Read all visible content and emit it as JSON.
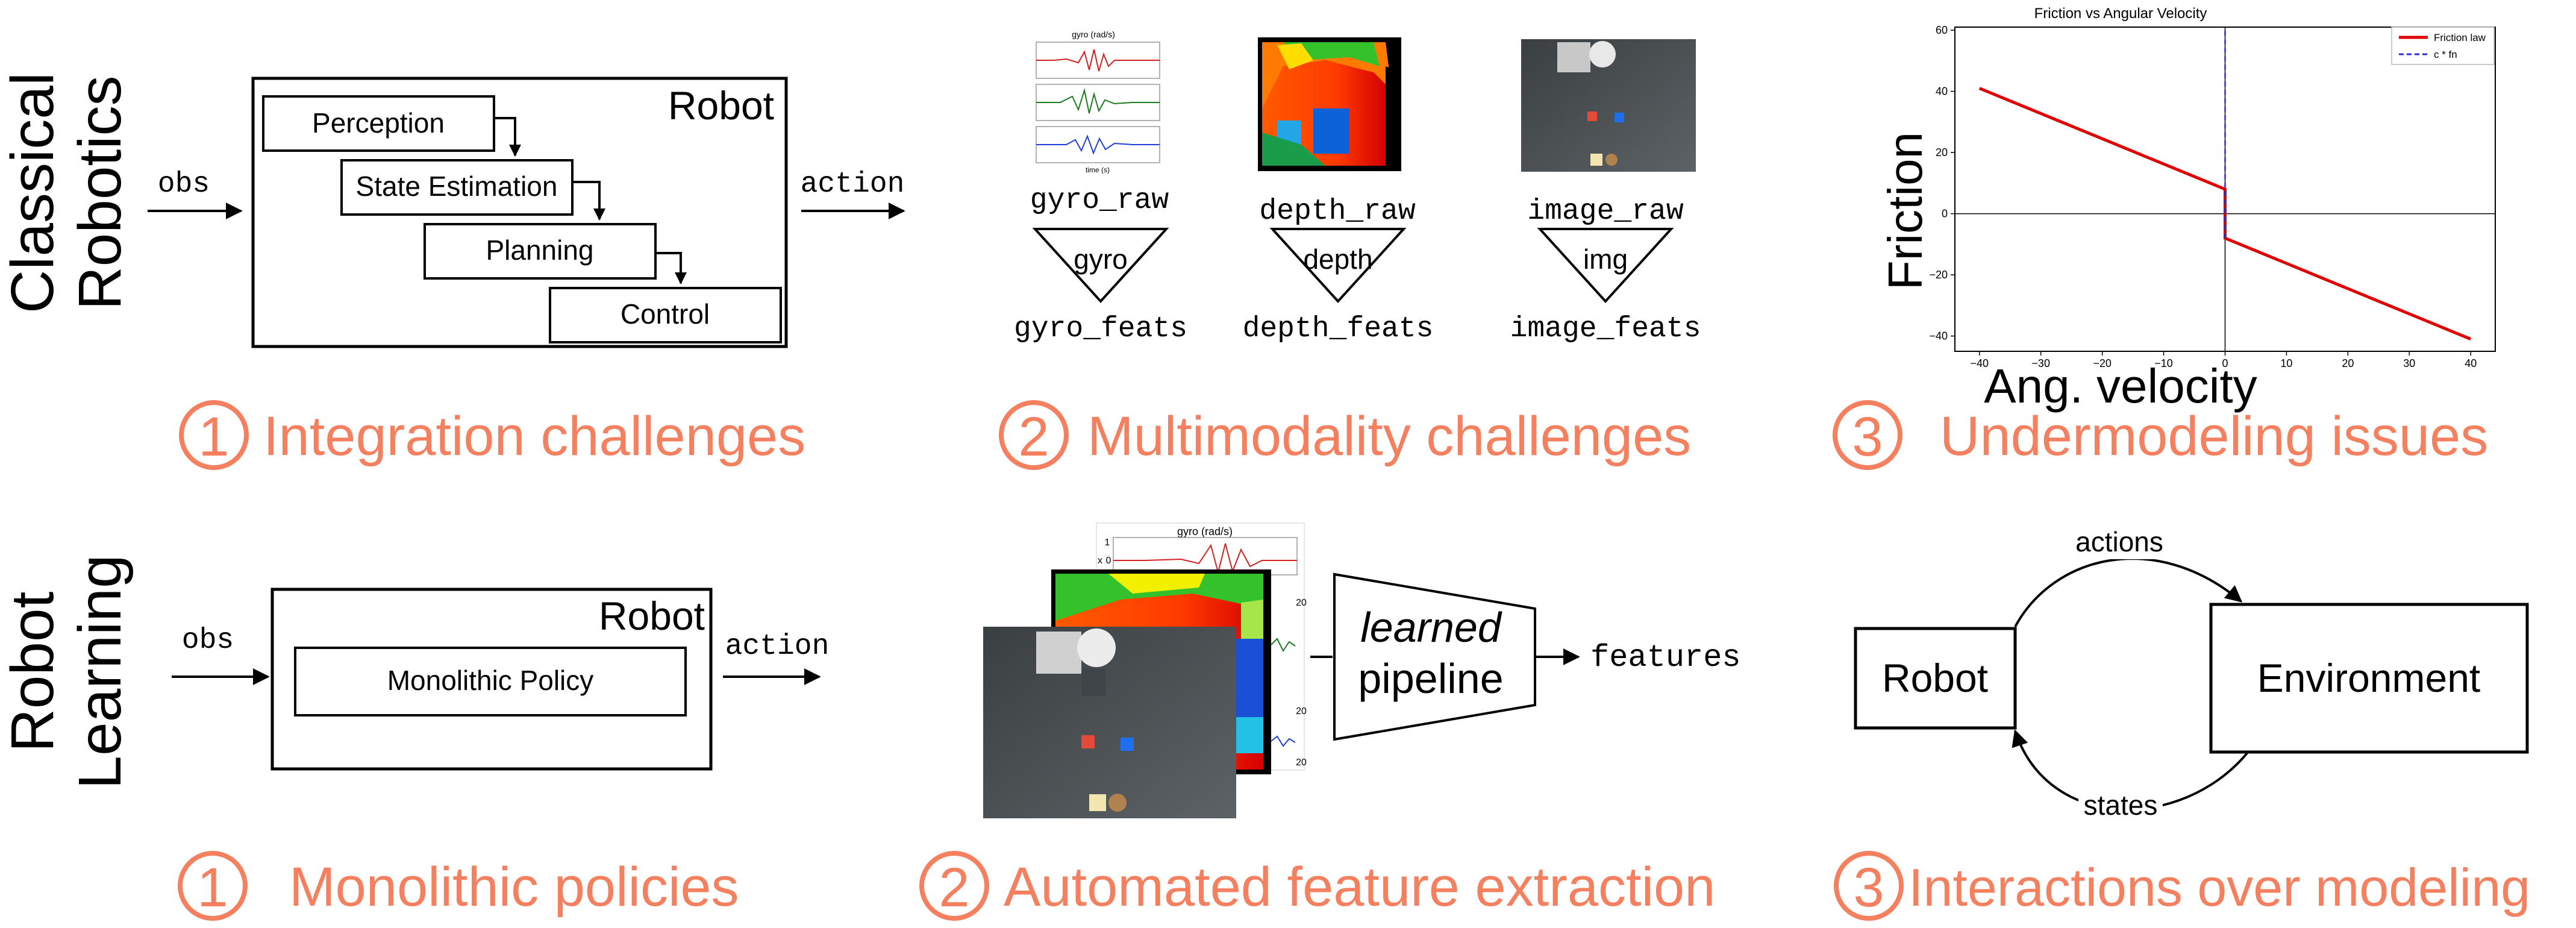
{
  "classical": {
    "row_label_line1": "Classical",
    "row_label_line2": "Robotics",
    "robot_box_title": "Robot",
    "modules": [
      "Perception",
      "State Estimation",
      "Planning",
      "Control"
    ],
    "obs_label": "obs",
    "action_label": "action",
    "challenges": [
      {
        "number": "1",
        "text": "Integration challenges"
      },
      {
        "number": "2",
        "text": "Multimodality challenges"
      },
      {
        "number": "3",
        "text": "Undermodeling issues"
      }
    ],
    "modalities": [
      {
        "raw": "gyro_raw",
        "block": "gyro",
        "feats": "gyro_feats"
      },
      {
        "raw": "depth_raw",
        "block": "depth",
        "feats": "depth_feats"
      },
      {
        "raw": "image_raw",
        "block": "img",
        "feats": "image_feats"
      }
    ],
    "gyro_plot_title": "gyro (rad/s)",
    "gyro_xlabel": "time (s)"
  },
  "learning": {
    "row_label_line1": "Robot",
    "row_label_line2": "Learning",
    "robot_box_title": "Robot",
    "policy_label": "Monolithic Policy",
    "obs_label": "obs",
    "action_label": "action",
    "pipeline_word1": "learned",
    "pipeline_word2": "pipeline",
    "features_label": "features",
    "gyro_plot_title": "gyro (rad/s)",
    "gyro_ytick_top": "1",
    "gyro_ytick_mid": "0",
    "gyro_axis_letter": "x",
    "side_ticks": [
      "20",
      "20",
      "20"
    ],
    "loop_robot": "Robot",
    "loop_env": "Environment",
    "loop_top": "actions",
    "loop_bottom": "states",
    "advantages": [
      {
        "number": "1",
        "text": "Monolithic policies"
      },
      {
        "number": "2",
        "text": "Automated feature extraction"
      },
      {
        "number": "3",
        "text": "Interactions over modeling"
      }
    ]
  },
  "colors": {
    "accent": "#F4805F",
    "friction_law": "#E00000",
    "c_fn": "#2C2CD6"
  },
  "chart_data": {
    "type": "line",
    "title": "Friction vs Angular Velocity",
    "xlabel": "Ang. velocity",
    "ylabel": "Friction",
    "xlim": [
      -44,
      44
    ],
    "ylim": [
      -45,
      61
    ],
    "xticks": [
      -40,
      -30,
      -20,
      -10,
      0,
      10,
      20,
      30,
      40
    ],
    "yticks": [
      -40,
      -20,
      0,
      20,
      40,
      60
    ],
    "grid": false,
    "legend_position": "top-right",
    "series": [
      {
        "name": "Friction law",
        "color": "#E00000",
        "style": "solid",
        "x": [
          -40,
          0,
          0,
          40
        ],
        "y": [
          41,
          8,
          -8,
          -41
        ]
      },
      {
        "name": "c * fn",
        "color": "#2C2CD6",
        "style": "dashed",
        "x": [
          0,
          0
        ],
        "y": [
          -8,
          61
        ]
      }
    ]
  }
}
